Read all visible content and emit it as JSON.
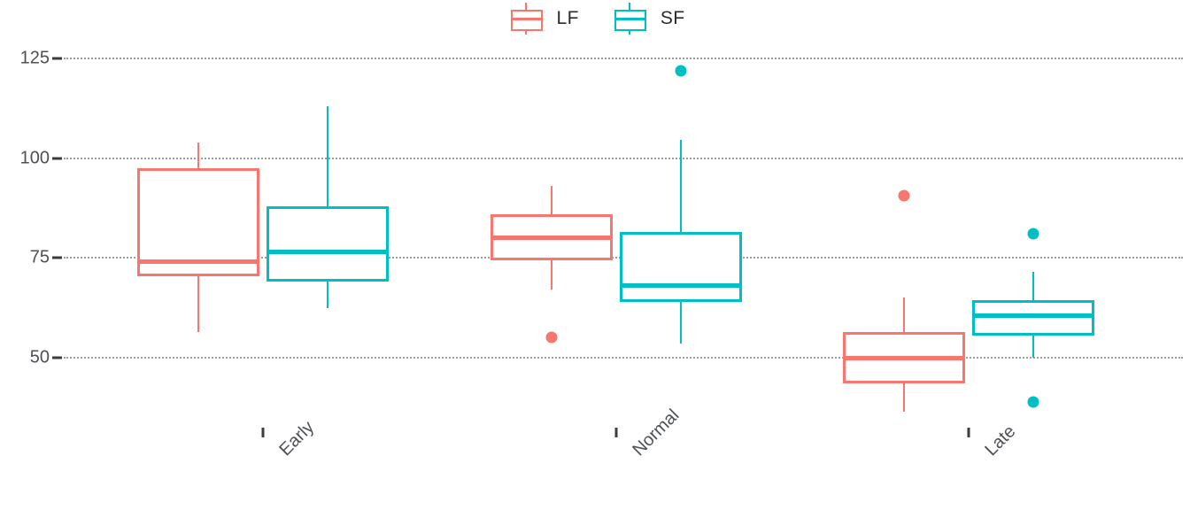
{
  "legend": {
    "position": "top",
    "entries": [
      {
        "label": "LF",
        "color": "#F8766D",
        "key_icon": "boxplot-key-icon"
      },
      {
        "label": "SF",
        "color": "#00BFC4",
        "key_icon": "boxplot-key-icon"
      }
    ]
  },
  "axes": {
    "y_ticks": [
      "50",
      "75",
      "100",
      "125"
    ],
    "x_ticks": [
      "Early",
      "Normal",
      "Late"
    ],
    "ylim": [
      33,
      131
    ],
    "grid": "horizontal-dotted",
    "xlabel": "",
    "ylabel": ""
  },
  "chart_data": {
    "type": "box",
    "title": "",
    "xlabel": "",
    "ylabel": "",
    "ylim": [
      33,
      131
    ],
    "yticks": [
      50,
      75,
      100,
      125
    ],
    "grid": true,
    "legend_position": "top",
    "categories": [
      "Early",
      "Normal",
      "Late"
    ],
    "series": [
      {
        "name": "LF",
        "color": "#F8766D",
        "boxes": [
          {
            "category": "Early",
            "whisker_low": 56.5,
            "q1": 70.5,
            "median": 74.0,
            "q3": 97.5,
            "whisker_high": 104.0,
            "outliers": []
          },
          {
            "category": "Normal",
            "whisker_low": 67.0,
            "q1": 74.5,
            "median": 80.0,
            "q3": 86.0,
            "whisker_high": 93.0,
            "outliers": [
              55.0
            ]
          },
          {
            "category": "Late",
            "whisker_low": 36.5,
            "q1": 43.5,
            "median": 50.0,
            "q3": 56.5,
            "whisker_high": 65.0,
            "outliers": [
              90.5
            ]
          }
        ]
      },
      {
        "name": "SF",
        "color": "#00BFC4",
        "boxes": [
          {
            "category": "Early",
            "whisker_low": 62.5,
            "q1": 69.0,
            "median": 76.5,
            "q3": 88.0,
            "whisker_high": 113.0,
            "outliers": []
          },
          {
            "category": "Normal",
            "whisker_low": 53.5,
            "q1": 64.0,
            "median": 68.0,
            "q3": 81.5,
            "whisker_high": 104.5,
            "outliers": [
              122.0
            ]
          },
          {
            "category": "Late",
            "whisker_low": 50.0,
            "q1": 55.5,
            "median": 60.5,
            "q3": 64.5,
            "whisker_high": 71.5,
            "outliers": [
              81.0,
              39.0
            ]
          }
        ]
      }
    ]
  }
}
